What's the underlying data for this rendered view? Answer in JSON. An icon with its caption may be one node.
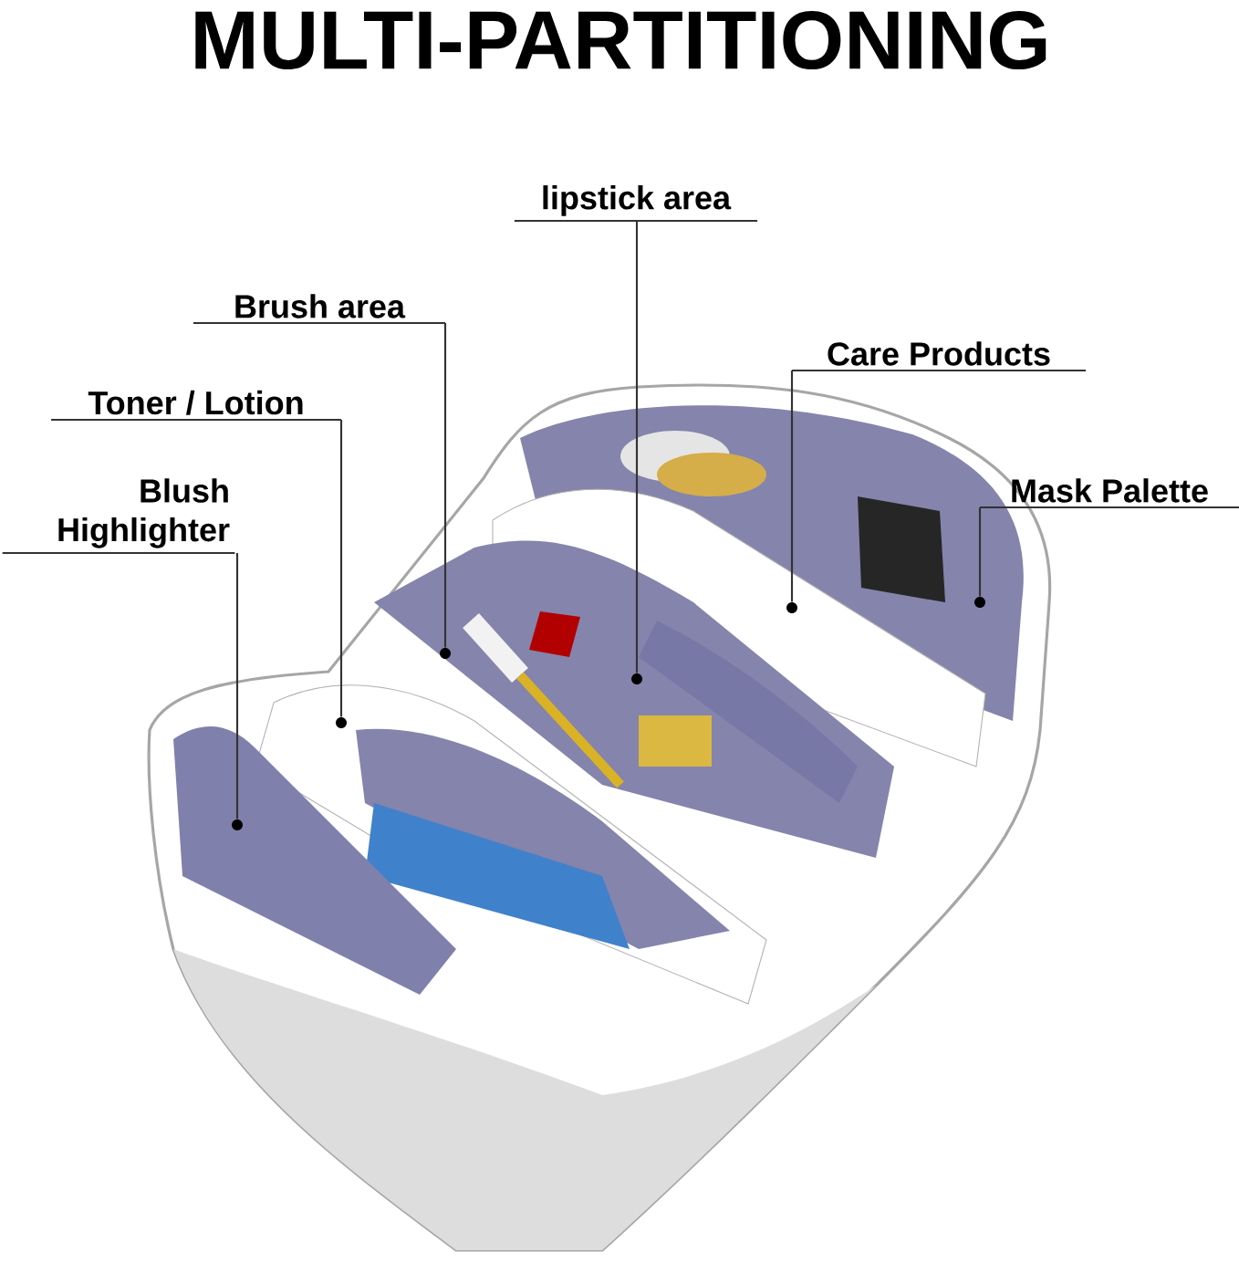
{
  "diagram": {
    "title": "MULTI-PARTITIONING",
    "nodes": [
      {
        "text": [
          "lipstick area"
        ]
      },
      {
        "text": [
          "Brush area"
        ]
      },
      {
        "text": [
          "Care Products"
        ]
      },
      {
        "text": [
          "Toner / Lotion"
        ]
      },
      {
        "text": [
          "Mask Palette"
        ]
      },
      {
        "text": [
          "Blush Highlighter"
        ]
      },
      {
        "text": [],
        "shape": "circle"
      },
      {
        "text": [],
        "shape": "circle"
      },
      {
        "text": [],
        "shape": "circle"
      },
      {
        "text": [],
        "shape": "circle"
      },
      {
        "text": [],
        "shape": "circle"
      },
      {
        "text": [],
        "shape": "circle"
      }
    ],
    "edges": [
      {
        "from": 0,
        "to": 8,
        "arrow": "none"
      },
      {
        "from": 1,
        "to": 7,
        "arrow": "none"
      },
      {
        "from": 2,
        "to": 9,
        "arrow": "none"
      },
      {
        "from": 3,
        "to": 10,
        "arrow": "none"
      },
      {
        "from": 4,
        "to": 6,
        "arrow": "none"
      },
      {
        "from": 5,
        "to": 11,
        "arrow": "none"
      }
    ]
  }
}
